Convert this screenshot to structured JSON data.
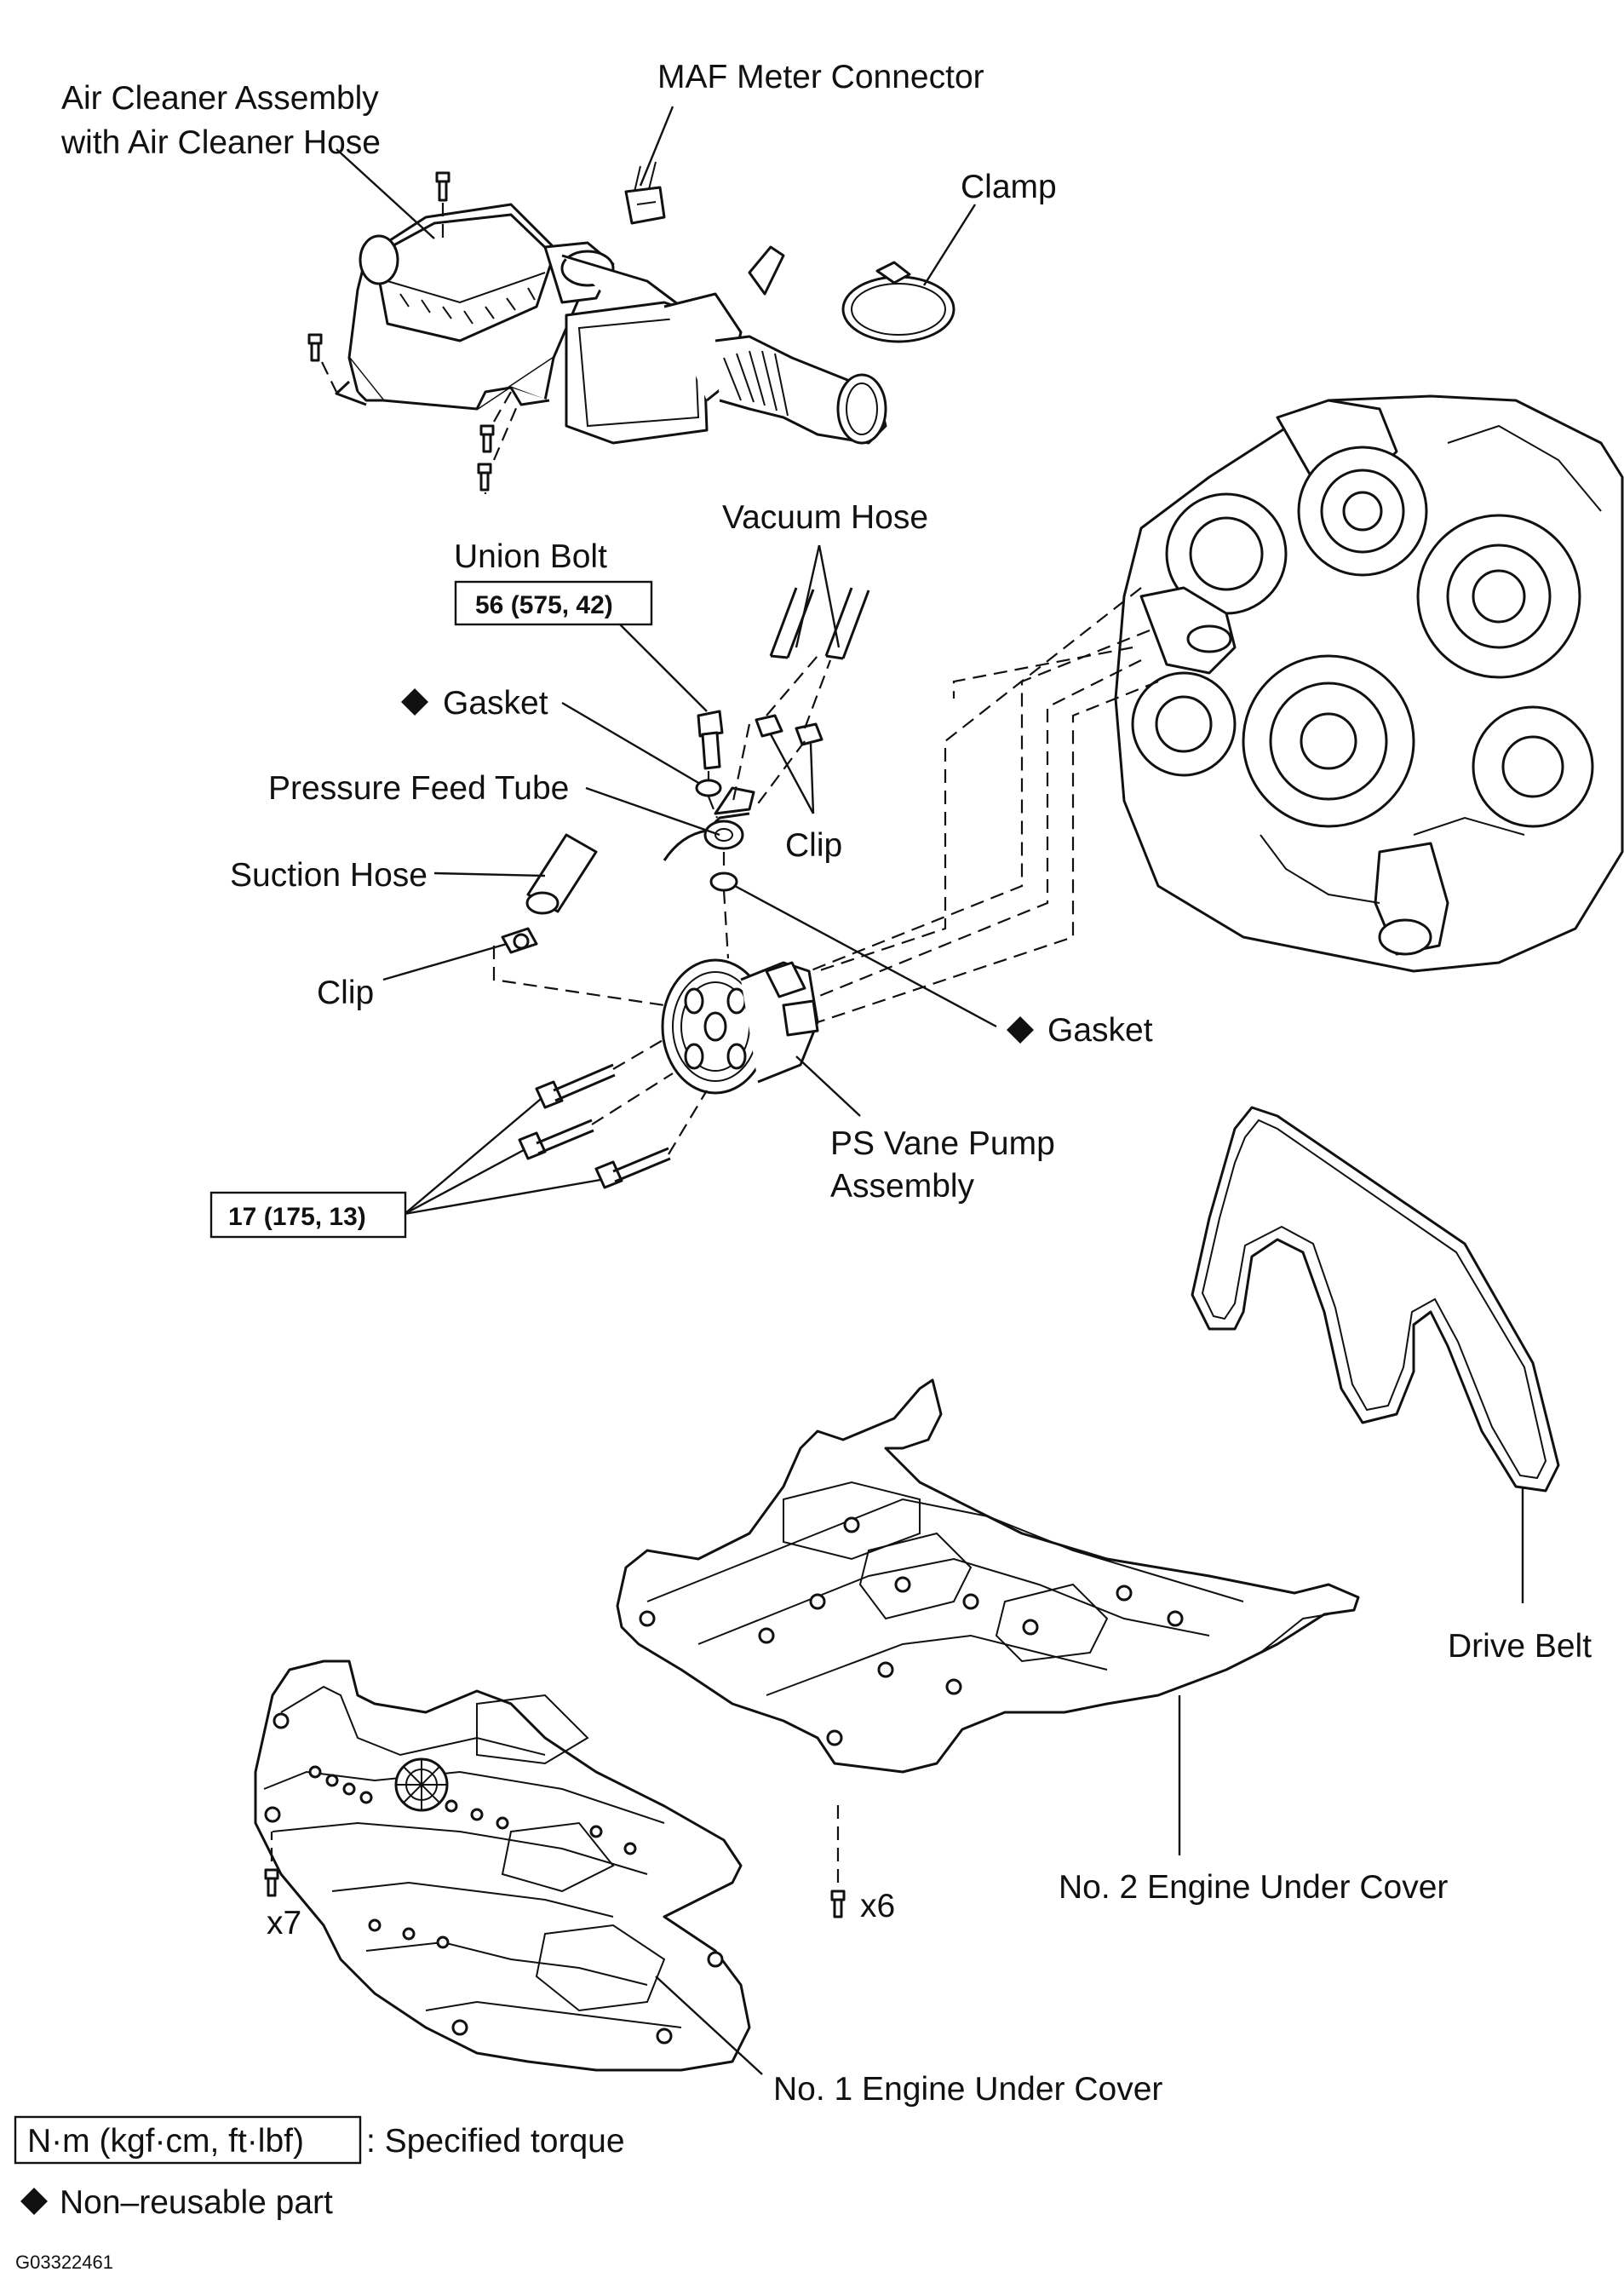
{
  "labels": {
    "air_cleaner_line1": "Air Cleaner Assembly",
    "air_cleaner_line2": "with Air Cleaner Hose",
    "maf_meter_connector": "MAF Meter Connector",
    "clamp": "Clamp",
    "vacuum_hose": "Vacuum Hose",
    "union_bolt": "Union Bolt",
    "union_bolt_torque": "56 (575, 42)",
    "gasket_top": "Gasket",
    "pressure_feed_tube": "Pressure Feed Tube",
    "clip_right": "Clip",
    "suction_hose": "Suction Hose",
    "clip_left": "Clip",
    "gasket_bottom": "Gasket",
    "ps_vane_pump_line1": "PS Vane Pump",
    "ps_vane_pump_line2": "Assembly",
    "pump_bolt_torque": "17 (175, 13)",
    "drive_belt": "Drive Belt",
    "x7": "x7",
    "x6": "x6",
    "no2_under_cover": "No. 2 Engine Under Cover",
    "no1_under_cover": "No. 1 Engine Under Cover"
  },
  "legend": {
    "torque_unit": "N·m (kgf·cm, ft·lbf)",
    "torque_text": ": Specified torque",
    "non_reusable_text": "Non–reusable part",
    "figure_id": "G03322461"
  },
  "symbols": {
    "non_reusable": "diamond-icon",
    "line_color": "#111111"
  }
}
